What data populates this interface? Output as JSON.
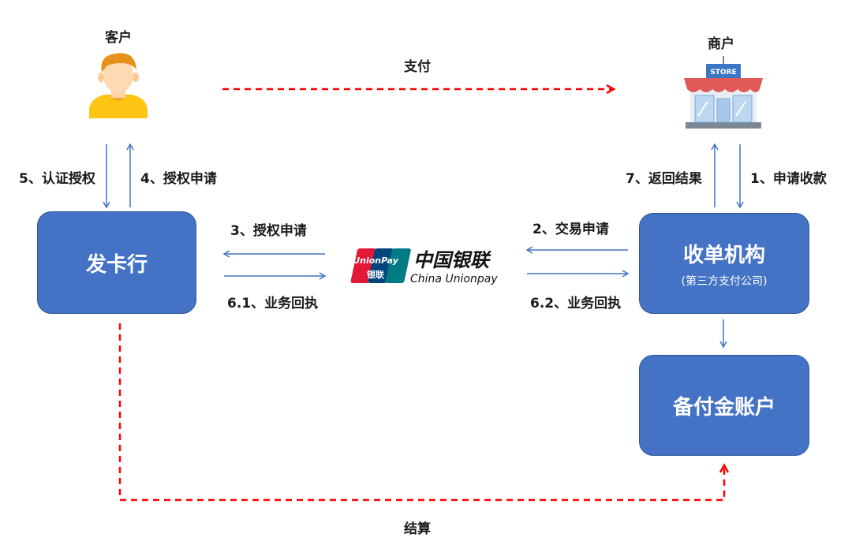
{
  "nodes": {
    "customer": "客户",
    "merchant": "商户",
    "issuer": "发卡行",
    "acquirer": "收单机构",
    "acquirer_sub": "(第三方支付公司)",
    "reserve": "备付金账户"
  },
  "edges": {
    "pay": "支付",
    "settle": "结算",
    "step1": "1、申请收款",
    "step2": "2、交易申请",
    "step3": "3、授权申请",
    "step4": "4、授权申请",
    "step5": "5、认证授权",
    "step61": "6.1、业务回执",
    "step62": "6.2、业务回执",
    "step7": "7、返回结果"
  },
  "logo": {
    "badge_top": "UnionPay",
    "badge_bottom": "银联",
    "cn": "中国银联",
    "en": "China Unionpay"
  },
  "icons": {
    "customer": "person-icon",
    "merchant": "store-icon"
  },
  "colors": {
    "box_fill": "#4472c4",
    "line": "#4472c4",
    "dashed": "#ff0000"
  }
}
